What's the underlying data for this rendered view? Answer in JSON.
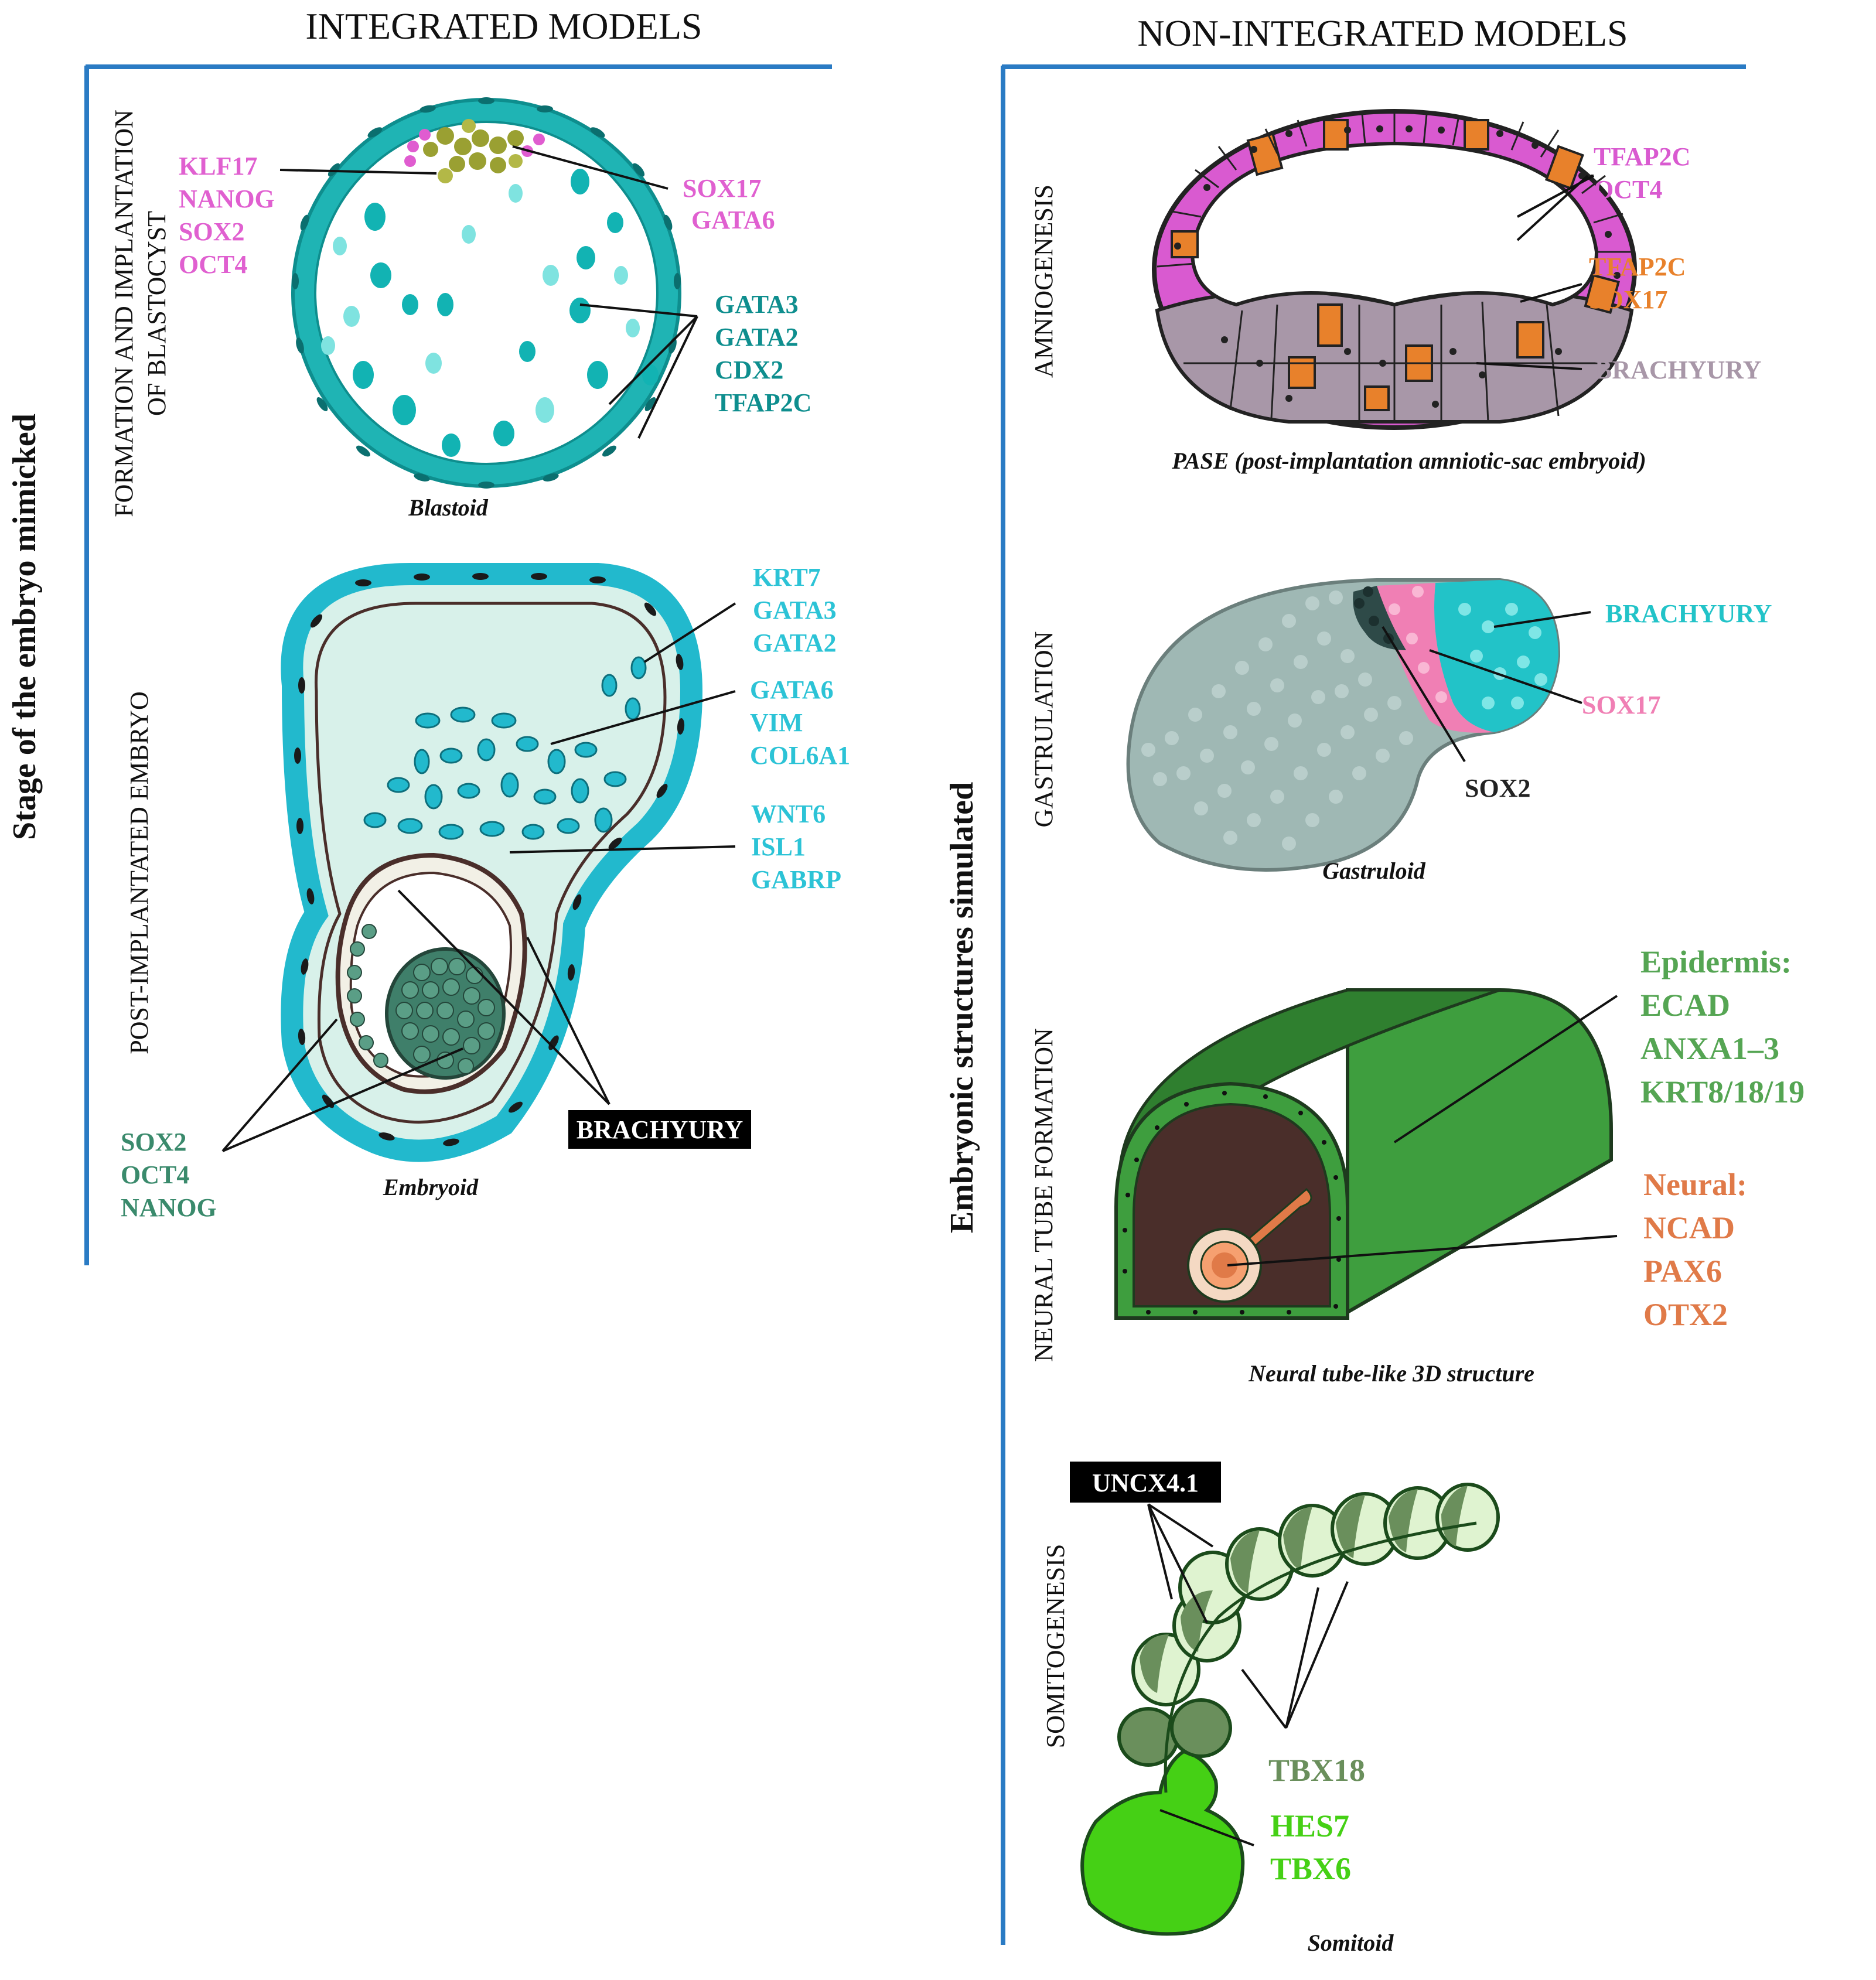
{
  "headers": {
    "integrated": "INTEGRATED MODELS",
    "non_integrated": "NON-INTEGRATED MODELS"
  },
  "axes": {
    "left": "Stage of the embryo mimicked",
    "right": "Embryonic structures simulated"
  },
  "integrated": {
    "blastoid": {
      "stage_line1": "FORMATION AND IMPLANTATION",
      "stage_line2": "OF BLASTOCYST",
      "caption": "Blastoid",
      "markers_icm": [
        "KLF17",
        "NANOG",
        "SOX2",
        "OCT4"
      ],
      "markers_pe": [
        "SOX17",
        "GATA6"
      ],
      "markers_te": [
        "GATA3",
        "GATA2",
        "CDX2",
        "TFAP2C"
      ]
    },
    "embryoid": {
      "stage": "POST-IMPLANTATED EMBRYO",
      "caption": "Embryoid",
      "markers_troph": [
        "KRT7",
        "GATA3",
        "GATA2"
      ],
      "markers_mesen": [
        "GATA6",
        "VIM",
        "COL6A1"
      ],
      "markers_amnion": [
        "WNT6",
        "ISL1",
        "GABRP"
      ],
      "markers_epi": [
        "SOX2",
        "OCT4",
        "NANOG"
      ],
      "badge": "BRACHYURY"
    }
  },
  "non_integrated": {
    "pase": {
      "stage": "AMNIOGENESIS",
      "caption": "PASE (post-implantation amniotic-sac embryoid)",
      "markers_pink": [
        "TFAP2C",
        "OCT4"
      ],
      "markers_orange": [
        "TFAP2C",
        "SOX17"
      ],
      "marker_grey": "BRACHYURY"
    },
    "gastruloid": {
      "stage": "GASTRULATION",
      "caption": "Gastruloid",
      "marker_cyan": "BRACHYURY",
      "marker_pink": "SOX17",
      "marker_dark": "SOX2"
    },
    "neural_tube": {
      "stage": "NEURAL TUBE FORMATION",
      "caption": "Neural tube-like 3D structure",
      "epidermis": [
        "Epidermis:",
        "ECAD",
        "ANXA1–3",
        "KRT8/18/19"
      ],
      "neural": [
        "Neural:",
        "NCAD",
        "PAX6",
        "OTX2"
      ]
    },
    "somitoid": {
      "stage": "SOMITOGENESIS",
      "caption": "Somitoid",
      "badge": "UNCX4.1",
      "marker_tbx18": "TBX18",
      "markers_psm": [
        "HES7",
        "TBX6"
      ]
    }
  },
  "colors": {
    "divider_blue": "#2a7bc4",
    "teal": "#1fb4b4",
    "teal_dark": "#0e8e8e",
    "magenta": "#e060d0",
    "cyan_text": "#2cc3d6",
    "green_text": "#3a8a6c",
    "pase_pink": "#d95ad0",
    "pase_orange": "#e8812b",
    "pase_grey": "#a897a8",
    "gastruloid_grey": "#9fb8b4",
    "gastruloid_pink": "#f07fb4",
    "nt_green": "#3e9e3e",
    "nt_orange": "#e07a48",
    "somite_dark": "#6a8f5c",
    "somite_light": "#dff3d0",
    "psm_green": "#45d015"
  }
}
